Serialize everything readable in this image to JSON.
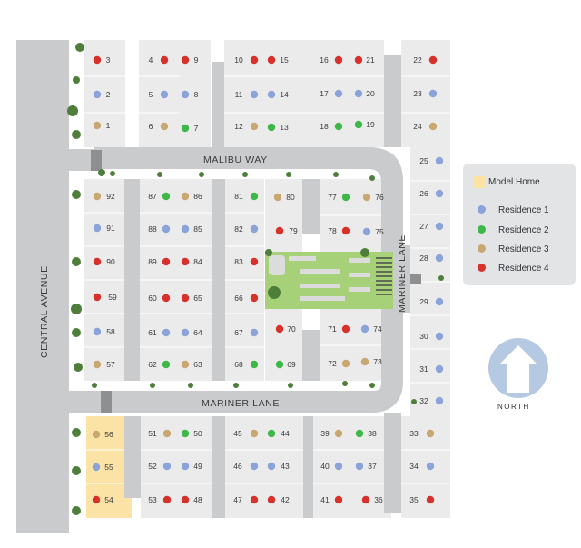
{
  "colors": {
    "residence_1": "#8aa3d8",
    "residence_2": "#3fb84a",
    "residence_3": "#c9a771",
    "residence_4": "#d6312b",
    "model_home": "#fbe3a6",
    "road": "#c9cbcd",
    "lot": "#ebebec",
    "park": "#a7d178",
    "north_arrow": "#b6c9e2"
  },
  "streets": {
    "central": "CENTRAL AVENUE",
    "malibu": "MALIBU WAY",
    "mariner_lane": "MARINER LANE",
    "mariner_lane_vertical": "MARINER LANE"
  },
  "legend": {
    "model_home": "Model Home",
    "items": [
      {
        "label": "Residence 1",
        "type": "residence_1"
      },
      {
        "label": "Residence 2",
        "type": "residence_2"
      },
      {
        "label": "Residence 3",
        "type": "residence_3"
      },
      {
        "label": "Residence 4",
        "type": "residence_4"
      }
    ]
  },
  "north_label": "NORTH",
  "lots": [
    {
      "n": "3",
      "t": "r4"
    },
    {
      "n": "2",
      "t": "r1"
    },
    {
      "n": "1",
      "t": "r3"
    },
    {
      "n": "4",
      "t": "r4"
    },
    {
      "n": "5",
      "t": "r1"
    },
    {
      "n": "6",
      "t": "r3"
    },
    {
      "n": "9",
      "t": "r4"
    },
    {
      "n": "8",
      "t": "r1"
    },
    {
      "n": "7",
      "t": "r2"
    },
    {
      "n": "10",
      "t": "r4"
    },
    {
      "n": "11",
      "t": "r1"
    },
    {
      "n": "12",
      "t": "r3"
    },
    {
      "n": "15",
      "t": "r4"
    },
    {
      "n": "14",
      "t": "r1"
    },
    {
      "n": "13",
      "t": "r2"
    },
    {
      "n": "16",
      "t": "r4"
    },
    {
      "n": "17",
      "t": "r1"
    },
    {
      "n": "18",
      "t": "r2"
    },
    {
      "n": "21",
      "t": "r4"
    },
    {
      "n": "20",
      "t": "r1"
    },
    {
      "n": "19",
      "t": "r2"
    },
    {
      "n": "22",
      "t": "r4"
    },
    {
      "n": "23",
      "t": "r1"
    },
    {
      "n": "24",
      "t": "r3"
    },
    {
      "n": "25",
      "t": "r1"
    },
    {
      "n": "26",
      "t": "r1"
    },
    {
      "n": "27",
      "t": "r1"
    },
    {
      "n": "28",
      "t": "r1"
    },
    {
      "n": "29",
      "t": "r1"
    },
    {
      "n": "30",
      "t": "r1"
    },
    {
      "n": "31",
      "t": "r1"
    },
    {
      "n": "32",
      "t": "r1"
    },
    {
      "n": "92",
      "t": "r3"
    },
    {
      "n": "91",
      "t": "r1"
    },
    {
      "n": "90",
      "t": "r4"
    },
    {
      "n": "59",
      "t": "r4"
    },
    {
      "n": "58",
      "t": "r1"
    },
    {
      "n": "57",
      "t": "r3"
    },
    {
      "n": "87",
      "t": "r2"
    },
    {
      "n": "88",
      "t": "r1"
    },
    {
      "n": "89",
      "t": "r4"
    },
    {
      "n": "60",
      "t": "r4"
    },
    {
      "n": "61",
      "t": "r1"
    },
    {
      "n": "62",
      "t": "r2"
    },
    {
      "n": "86",
      "t": "r3"
    },
    {
      "n": "85",
      "t": "r1"
    },
    {
      "n": "84",
      "t": "r4"
    },
    {
      "n": "65",
      "t": "r4"
    },
    {
      "n": "64",
      "t": "r1"
    },
    {
      "n": "63",
      "t": "r3"
    },
    {
      "n": "81",
      "t": "r2"
    },
    {
      "n": "82",
      "t": "r1"
    },
    {
      "n": "83",
      "t": "r4"
    },
    {
      "n": "66",
      "t": "r4"
    },
    {
      "n": "67",
      "t": "r1"
    },
    {
      "n": "68",
      "t": "r2"
    },
    {
      "n": "80",
      "t": "r3"
    },
    {
      "n": "79",
      "t": "r4"
    },
    {
      "n": "70",
      "t": "r4"
    },
    {
      "n": "69",
      "t": "r2"
    },
    {
      "n": "77",
      "t": "r2"
    },
    {
      "n": "78",
      "t": "r4"
    },
    {
      "n": "71",
      "t": "r4"
    },
    {
      "n": "72",
      "t": "r3"
    },
    {
      "n": "76",
      "t": "r3"
    },
    {
      "n": "75",
      "t": "r1"
    },
    {
      "n": "74",
      "t": "r1"
    },
    {
      "n": "73",
      "t": "r3"
    },
    {
      "n": "56",
      "t": "r3"
    },
    {
      "n": "55",
      "t": "r1"
    },
    {
      "n": "54",
      "t": "r4"
    },
    {
      "n": "51",
      "t": "r3"
    },
    {
      "n": "52",
      "t": "r1"
    },
    {
      "n": "53",
      "t": "r4"
    },
    {
      "n": "50",
      "t": "r2"
    },
    {
      "n": "49",
      "t": "r1"
    },
    {
      "n": "48",
      "t": "r4"
    },
    {
      "n": "45",
      "t": "r3"
    },
    {
      "n": "46",
      "t": "r1"
    },
    {
      "n": "47",
      "t": "r4"
    },
    {
      "n": "44",
      "t": "r2"
    },
    {
      "n": "43",
      "t": "r1"
    },
    {
      "n": "42",
      "t": "r4"
    },
    {
      "n": "39",
      "t": "r3"
    },
    {
      "n": "40",
      "t": "r1"
    },
    {
      "n": "41",
      "t": "r4"
    },
    {
      "n": "38",
      "t": "r2"
    },
    {
      "n": "37",
      "t": "r1"
    },
    {
      "n": "36",
      "t": "r4"
    },
    {
      "n": "33",
      "t": "r3"
    },
    {
      "n": "34",
      "t": "r1"
    },
    {
      "n": "35",
      "t": "r4"
    }
  ]
}
